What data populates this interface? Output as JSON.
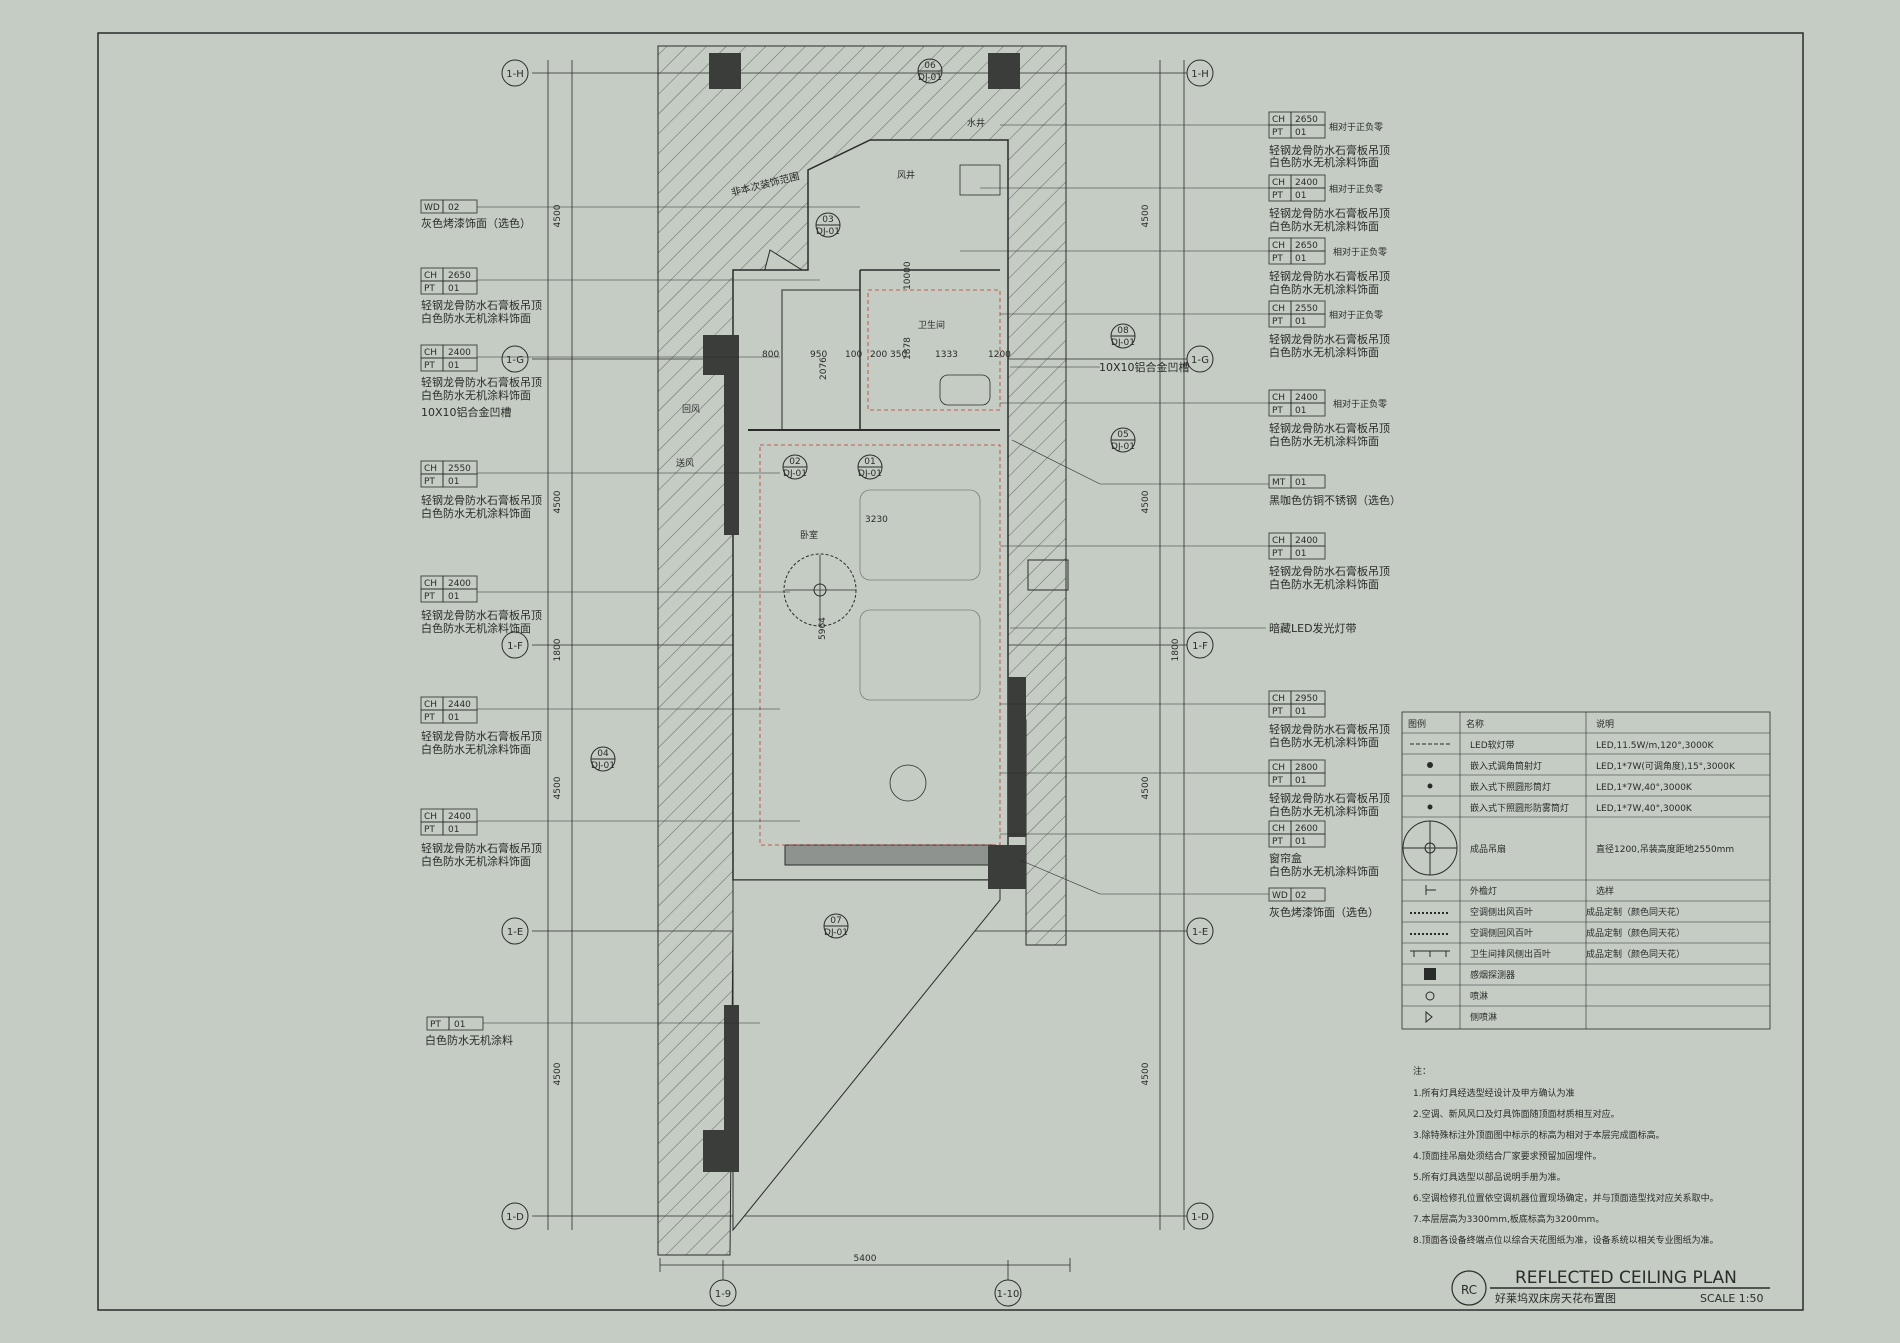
{
  "grid": {
    "rows": [
      "1-H",
      "1-G",
      "1-F",
      "1-E",
      "1-D"
    ],
    "cols": [
      "1-9",
      "1-10"
    ],
    "dims_left": [
      "4500",
      "4500",
      "1800",
      "4500",
      "4500"
    ],
    "dims_right": [
      "4500",
      "4500",
      "1800",
      "4500",
      "4500"
    ],
    "overall_width": "5400"
  },
  "left_tags": [
    {
      "code": "WD",
      "num": "02",
      "lines": [
        "灰色烤漆饰面（选色）"
      ]
    },
    {
      "code": "CH",
      "num": "2650",
      "code2": "PT",
      "num2": "01",
      "lines": [
        "轻钢龙骨防水石膏板吊顶",
        "白色防水无机涂料饰面"
      ]
    },
    {
      "code": "CH",
      "num": "2400",
      "code2": "PT",
      "num2": "01",
      "lines": [
        "轻钢龙骨防水石膏板吊顶",
        "白色防水无机涂料饰面",
        "10X10铝合金凹槽"
      ]
    },
    {
      "code": "CH",
      "num": "2550",
      "code2": "PT",
      "num2": "01",
      "lines": [
        "轻钢龙骨防水石膏板吊顶",
        "白色防水无机涂料饰面"
      ]
    },
    {
      "code": "CH",
      "num": "2400",
      "code2": "PT",
      "num2": "01",
      "lines": [
        "轻钢龙骨防水石膏板吊顶",
        "白色防水无机涂料饰面"
      ]
    },
    {
      "code": "CH",
      "num": "2440",
      "code2": "PT",
      "num2": "01",
      "lines": [
        "轻钢龙骨防水石膏板吊顶",
        "白色防水无机涂料饰面"
      ]
    },
    {
      "code": "CH",
      "num": "2400",
      "code2": "PT",
      "num2": "01",
      "lines": [
        "轻钢龙骨防水石膏板吊顶",
        "白色防水无机涂料饰面"
      ]
    },
    {
      "code": "PT",
      "num": "01",
      "lines": [
        "白色防水无机涂料"
      ]
    }
  ],
  "right_tags": [
    {
      "code": "CH",
      "num": "2650",
      "code2": "PT",
      "num2": "01",
      "aside": "相对于正负零",
      "lines": [
        "轻钢龙骨防水石膏板吊顶",
        "白色防水无机涂料饰面"
      ]
    },
    {
      "code": "CH",
      "num": "2400",
      "code2": "PT",
      "num2": "01",
      "aside": "相对于正负零",
      "lines": [
        "轻钢龙骨防水石膏板吊顶",
        "白色防水无机涂料饰面"
      ]
    },
    {
      "code": "CH",
      "num": "2650",
      "code2": "PT",
      "num2": "01",
      "aside": "相对于正负零",
      "lines": [
        "轻钢龙骨防水石膏板吊顶",
        "白色防水无机涂料饰面"
      ]
    },
    {
      "code": "CH",
      "num": "2550",
      "code2": "PT",
      "num2": "01",
      "aside": "相对于正负零",
      "lines": [
        "轻钢龙骨防水石膏板吊顶",
        "白色防水无机涂料饰面"
      ]
    },
    {
      "code": "CH",
      "num": "2400",
      "code2": "PT",
      "num2": "01",
      "aside": "相对于正负零",
      "lines": [
        "轻钢龙骨防水石膏板吊顶",
        "白色防水无机涂料饰面"
      ]
    },
    {
      "code": "MT",
      "num": "01",
      "lines": [
        "黑咖色仿铜不锈钢（选色）"
      ]
    },
    {
      "code": "CH",
      "num": "2400",
      "code2": "PT",
      "num2": "01",
      "lines": [
        "轻钢龙骨防水石膏板吊顶",
        "白色防水无机涂料饰面"
      ]
    },
    {
      "code": "CH",
      "num": "2950",
      "code2": "PT",
      "num2": "01",
      "lines": [
        "轻钢龙骨防水石膏板吊顶",
        "白色防水无机涂料饰面"
      ]
    },
    {
      "code": "CH",
      "num": "2800",
      "code2": "PT",
      "num2": "01",
      "lines": [
        "轻钢龙骨防水石膏板吊顶",
        "白色防水无机涂料饰面"
      ]
    },
    {
      "code": "CH",
      "num": "2600",
      "code2": "PT",
      "num2": "01",
      "lines": [
        "窗帘盒",
        "白色防水无机涂料饰面"
      ]
    },
    {
      "code": "WD",
      "num": "02",
      "lines": [
        "灰色烤漆饰面（选色）"
      ]
    }
  ],
  "callouts": {
    "led_strip": "暗藏LED发光灯带",
    "groove": "10X10铝合金凹槽"
  },
  "plan_labels": {
    "scope": "非本次装饰范围",
    "water_shaft": "水井",
    "air_shaft": "风井",
    "bathroom": "卫生间",
    "bedroom": "卧室",
    "return_air": "回风",
    "supply_air": "送风"
  },
  "plan_dims": [
    "800",
    "950",
    "100",
    "200",
    "350",
    "1333",
    "1200",
    "2076",
    "3230",
    "5964",
    "1878",
    "10000"
  ],
  "section_marks": [
    {
      "num": "06",
      "ref": "DJ-01"
    },
    {
      "num": "03",
      "ref": "DJ-01"
    },
    {
      "num": "08",
      "ref": "DJ-01"
    },
    {
      "num": "05",
      "ref": "DJ-01"
    },
    {
      "num": "02",
      "ref": "DJ-01"
    },
    {
      "num": "01",
      "ref": "DJ-01"
    },
    {
      "num": "04",
      "ref": "DJ-01"
    },
    {
      "num": "07",
      "ref": "DJ-01"
    }
  ],
  "legend": {
    "headers": [
      "图例",
      "名称",
      "说明"
    ],
    "rows": [
      {
        "symbol": "led-strip",
        "name": "LED软灯带",
        "desc": "LED,11.5W/m,120°,3000K"
      },
      {
        "symbol": "adjustable-downlight",
        "name": "嵌入式调角筒射灯",
        "desc": "LED,1*7W(可调角度),15°,3000K"
      },
      {
        "symbol": "round-downlight",
        "name": "嵌入式下照圆形筒灯",
        "desc": "LED,1*7W,40°,3000K"
      },
      {
        "symbol": "fog-downlight",
        "name": "嵌入式下照圆形防雾筒灯",
        "desc": "LED,1*7W,40°,3000K"
      },
      {
        "symbol": "ceiling-fan",
        "name": "成品吊扇",
        "desc": "直径1200,吊装高度距地2550mm"
      },
      {
        "symbol": "exterior-lamp",
        "name": "外檐灯",
        "desc": "选样"
      },
      {
        "symbol": "supply-grille",
        "name": "空调侧出风百叶",
        "desc": "成品定制（颜色同天花）"
      },
      {
        "symbol": "return-grille",
        "name": "空调侧回风百叶",
        "desc": "成品定制（颜色同天花）"
      },
      {
        "symbol": "exhaust-grille",
        "name": "卫生间排风侧出百叶",
        "desc": "成品定制（颜色同天花）"
      },
      {
        "symbol": "smoke-detector",
        "name": "感烟探测器",
        "desc": ""
      },
      {
        "symbol": "sprinkler",
        "name": "喷淋",
        "desc": ""
      },
      {
        "symbol": "side-sprinkler",
        "name": "侧喷淋",
        "desc": ""
      }
    ]
  },
  "notes": {
    "heading": "注：",
    "items": [
      "1.所有灯具经选型经设计及甲方确认为准",
      "2.空调、新风风口及灯具饰面随顶面材质相互对应。",
      "3.除特殊标注外顶面图中标示的标高为相对于本层完成面标高。",
      "4.顶面挂吊扇处须结合厂家要求预留加固埋件。",
      "5.所有灯具选型以部品说明手册为准。",
      "6.空调检修孔位置依空调机器位置现场确定，并与顶面造型找对应关系取中。",
      "7.本层层高为3300mm,板底标高为3200mm。",
      "8.顶面各设备终端点位以综合天花图纸为准，设备系统以相关专业图纸为准。"
    ]
  },
  "title_block": {
    "badge": "RC",
    "title": "REFLECTED CEILING PLAN",
    "subtitle": "好莱坞双床房天花布置图",
    "scale": "SCALE 1:50"
  },
  "colors": {
    "background": "#c5ccc4",
    "ink": "#2a2c2a",
    "column": "#3a3d3a",
    "accent": "#c0392b"
  }
}
